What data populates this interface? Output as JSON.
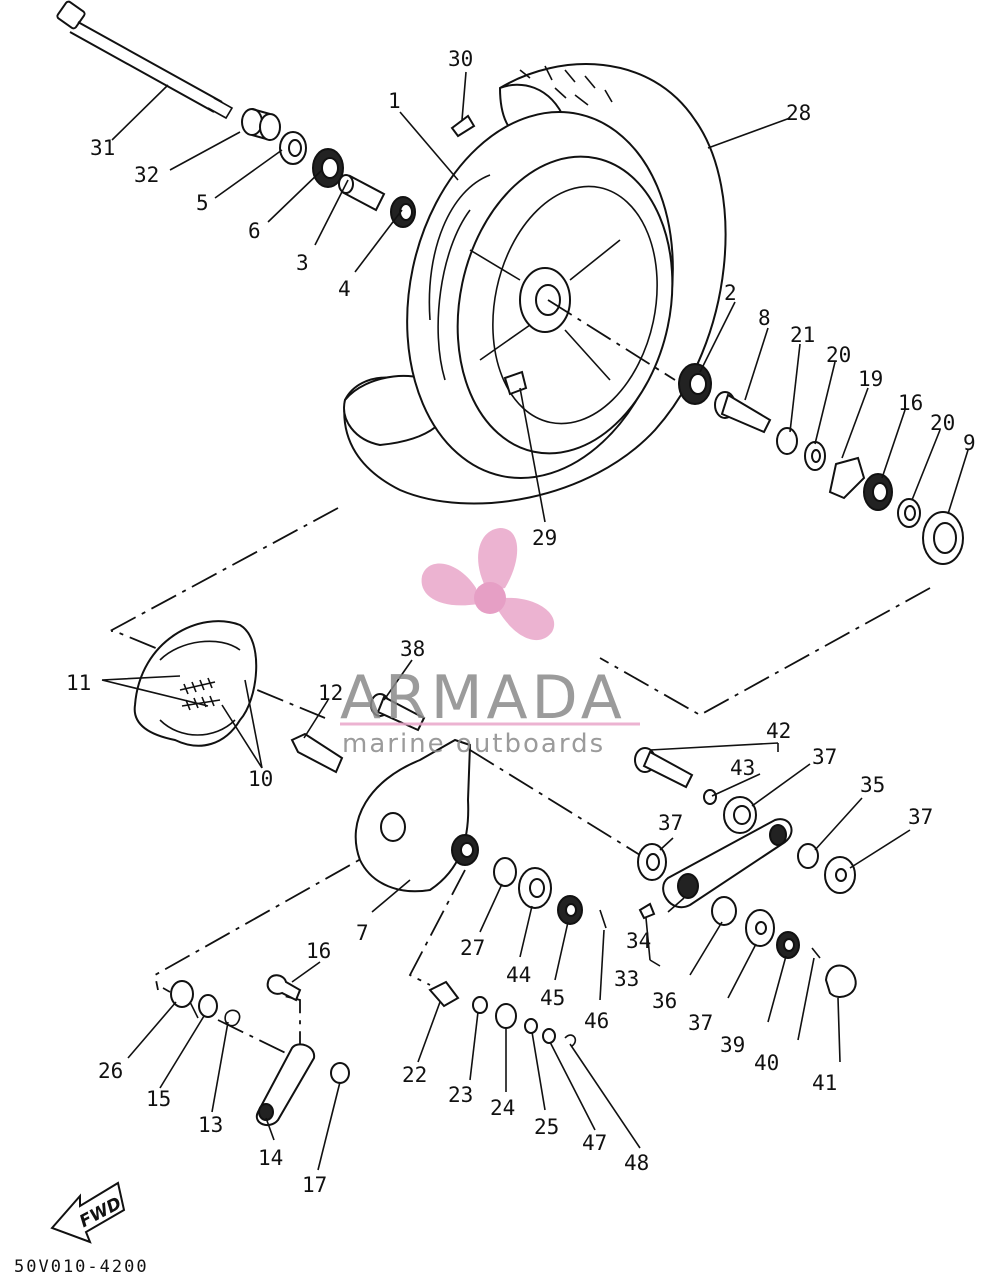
{
  "diagram": {
    "code": "50V010-4200",
    "direction_label": "FWD",
    "watermark": {
      "brand": "ARMADA",
      "tagline": "marine outboards",
      "brand_color": "#e9a6c9",
      "text_color": "#8a8a8a"
    },
    "callouts": {
      "c1": "1",
      "c2": "2",
      "c3": "3",
      "c4": "4",
      "c5": "5",
      "c6": "6",
      "c7": "7",
      "c8": "8",
      "c9": "9",
      "c10": "10",
      "c11": "11",
      "c12": "12",
      "c13": "13",
      "c14": "14",
      "c15": "15",
      "c16a": "16",
      "c16b": "16",
      "c17": "17",
      "c19": "19",
      "c20a": "20",
      "c20b": "20",
      "c21": "21",
      "c22": "22",
      "c23": "23",
      "c24": "24",
      "c25": "25",
      "c26": "26",
      "c27": "27",
      "c28": "28",
      "c29": "29",
      "c30": "30",
      "c31": "31",
      "c32": "32",
      "c33": "33",
      "c34": "34",
      "c35": "35",
      "c36": "36",
      "c37a": "37",
      "c37b": "37",
      "c37c": "37",
      "c37d": "37",
      "c38": "38",
      "c39": "39",
      "c40": "40",
      "c41": "41",
      "c42": "42",
      "c43": "43",
      "c44": "44",
      "c45": "45",
      "c46": "46",
      "c47": "47",
      "c48": "48"
    }
  }
}
